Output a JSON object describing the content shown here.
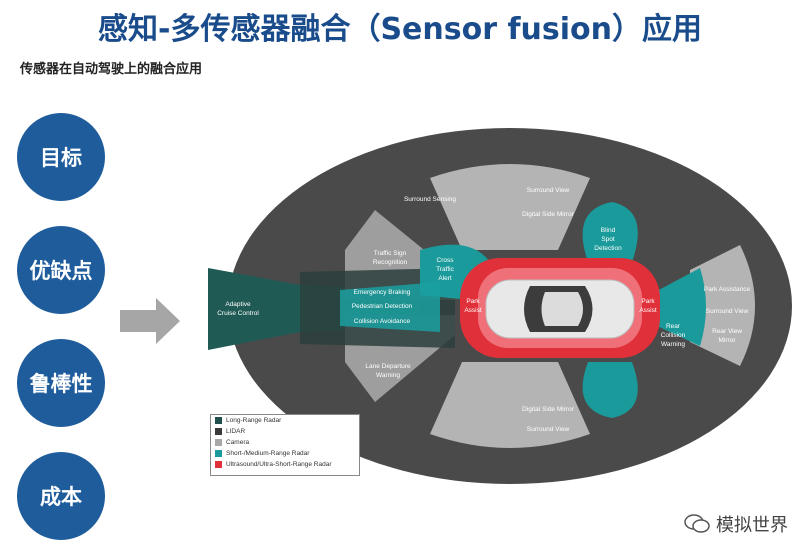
{
  "title": "感知-多传感器融合（Sensor fusion）应用",
  "subtitle": "传感器在自动驾驶上的融合应用",
  "circles": [
    "目标",
    "优缺点",
    "鲁棒性",
    "成本"
  ],
  "diagram": {
    "adaptive_cruise": [
      "Adaptive",
      "Cruise Control"
    ],
    "surround_sensing": "Surround Sensing",
    "surround_view_top": "Surround View",
    "digital_side_mirror_top": "Digital Side Mirror",
    "blind_spot": [
      "Blind",
      "Spot",
      "Detection"
    ],
    "traffic_sign": [
      "Traffic Sign",
      "Recognition"
    ],
    "cross_traffic": [
      "Cross",
      "Traffic",
      "Alert"
    ],
    "emergency_braking": "Emergency Braking",
    "pedestrian_detection": "Pedestrian Detection",
    "collision_avoidance": "Collision Avoidance",
    "park_assist_front": [
      "Park",
      "Assist"
    ],
    "park_assist_rear": [
      "Park",
      "Assist"
    ],
    "rear_collision": [
      "Rear",
      "Collision",
      "Warning"
    ],
    "park_assistance": "Park Assistance",
    "surround_view_right": "Surround View",
    "rear_view_mirror": [
      "Rear View",
      "Mirror"
    ],
    "lane_departure": [
      "Lane Departure",
      "Warning"
    ],
    "digital_side_mirror_bottom": "Digital Side Mirror",
    "surround_view_bottom": "Surround View"
  },
  "legend": [
    {
      "label": "Long-Range Radar",
      "color": "#1f4f4a"
    },
    {
      "label": "LIDAR",
      "color": "#3a3a3a"
    },
    {
      "label": "Camera",
      "color": "#a8a8a8"
    },
    {
      "label": "Short-/Medium-Range Radar",
      "color": "#1a9a9a"
    },
    {
      "label": "Ultrasound/Ultra-Short-Range Radar",
      "color": "#e0303a"
    }
  ],
  "watermark": "模拟世界"
}
